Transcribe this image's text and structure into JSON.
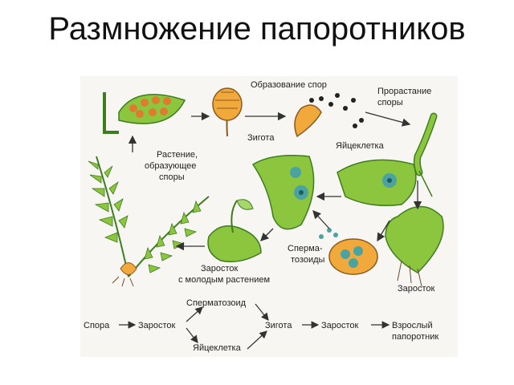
{
  "slide": {
    "title": "Размножение папоротников"
  },
  "diagram": {
    "labels": {
      "spore_formation": "Образование спор",
      "spore_germination": [
        "Прорастание",
        "споры"
      ],
      "zygote": "Зигота",
      "egg_cell": "Яйцеклетка",
      "spore_plant": [
        "Растение,",
        "образующее",
        "споры"
      ],
      "spermatozoids": [
        "Сперма-",
        "тозоиды"
      ],
      "prothallus": "Заросток",
      "prothallus_young": [
        "Заросток",
        "с молодым растением"
      ]
    },
    "scheme": {
      "spore": "Спора",
      "prothallus_1": "Заросток",
      "spermatozoid": "Сперматозоид",
      "egg": "Яйцеклетка",
      "zygote": "Зигота",
      "prothallus_2": "Заросток",
      "adult": [
        "Взрослый",
        "папоротник"
      ]
    },
    "colors": {
      "leaf": "#8cc63f",
      "leaf_dark": "#3e7d1f",
      "sorus": "#e07a2e",
      "cell": "#4aa3a0",
      "arrow": "#333333"
    }
  }
}
